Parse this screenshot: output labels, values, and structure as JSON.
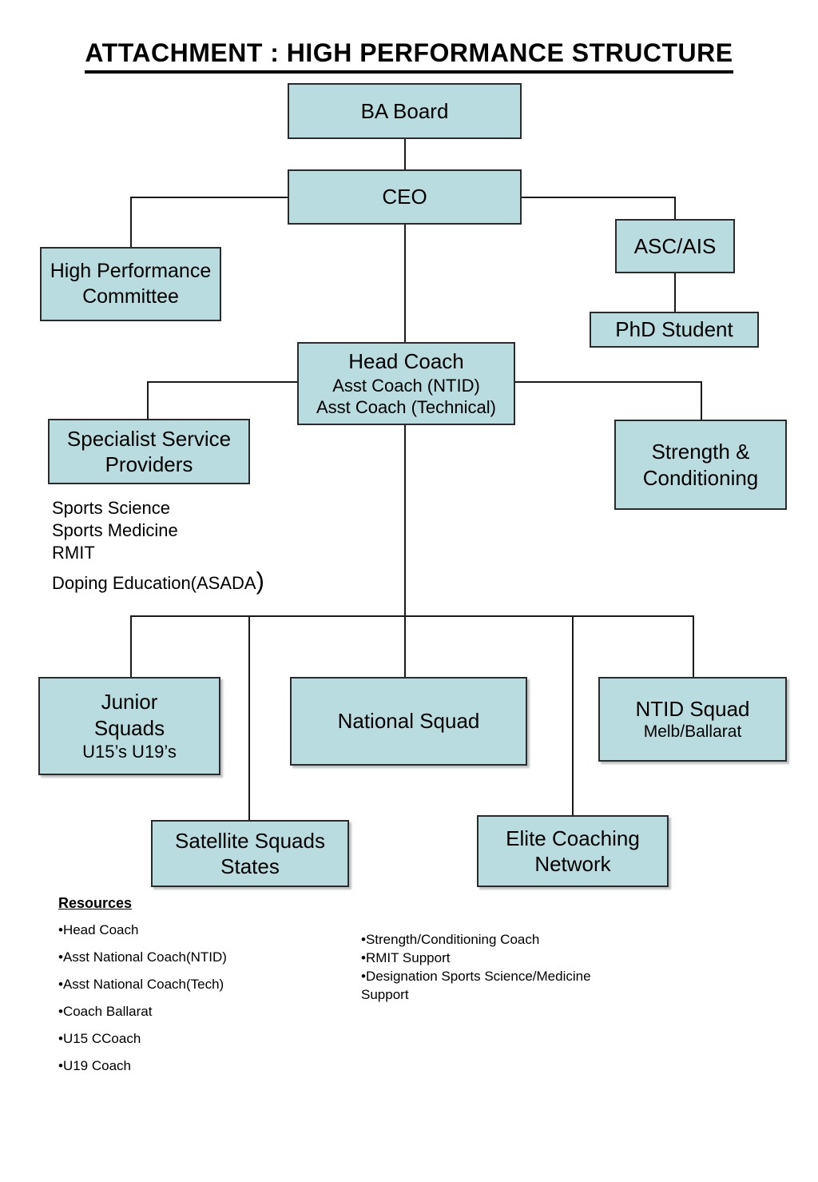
{
  "title": "ATTACHMENT : HIGH PERFORMANCE STRUCTURE",
  "nodes": {
    "ba_board": {
      "label": "BA Board"
    },
    "ceo": {
      "label": "CEO"
    },
    "hp_committee": {
      "label": "High Performance Committee"
    },
    "asc_ais": {
      "label": "ASC/AIS"
    },
    "phd_student": {
      "label": "PhD Student"
    },
    "head_coach": {
      "line1": "Head Coach",
      "line2": "Asst Coach (NTID)",
      "line3": "Asst Coach (Technical)"
    },
    "specialist_service": {
      "line1": "Specialist Service",
      "line2": "Providers"
    },
    "strength_conditioning": {
      "line1": "Strength &",
      "line2": "Conditioning"
    },
    "junior_squads": {
      "line1": "Junior",
      "line2": "Squads",
      "line3": "U15’s U19’s"
    },
    "national_squad": {
      "label": "National Squad"
    },
    "ntid_squad": {
      "line1": "NTID Squad",
      "line2": "Melb/Ballarat"
    },
    "satellite_squads": {
      "line1": "Satellite Squads",
      "line2": "States"
    },
    "elite_coaching": {
      "line1": "Elite Coaching",
      "line2": "Network"
    }
  },
  "services": {
    "item1": "Sports Science",
    "item2": "Sports Medicine",
    "item3": "RMIT",
    "doping_text": "Doping Education(ASADA",
    "doping_paren": ")"
  },
  "resources": {
    "heading": "Resources",
    "items": [
      "Head Coach",
      "Asst National Coach(NTID)",
      "Asst National Coach(Tech)",
      "Coach Ballarat",
      "U15 CCoach",
      "U19 Coach"
    ]
  },
  "support": {
    "items": [
      "Strength/Conditioning Coach",
      "RMIT Support",
      "Designation Sports Science/Medicine Support"
    ]
  },
  "colors": {
    "node_fill": "#b9dce0",
    "node_border": "#2b2b2b",
    "line": "#1a1a1a",
    "background": "#ffffff",
    "text": "#000000"
  }
}
